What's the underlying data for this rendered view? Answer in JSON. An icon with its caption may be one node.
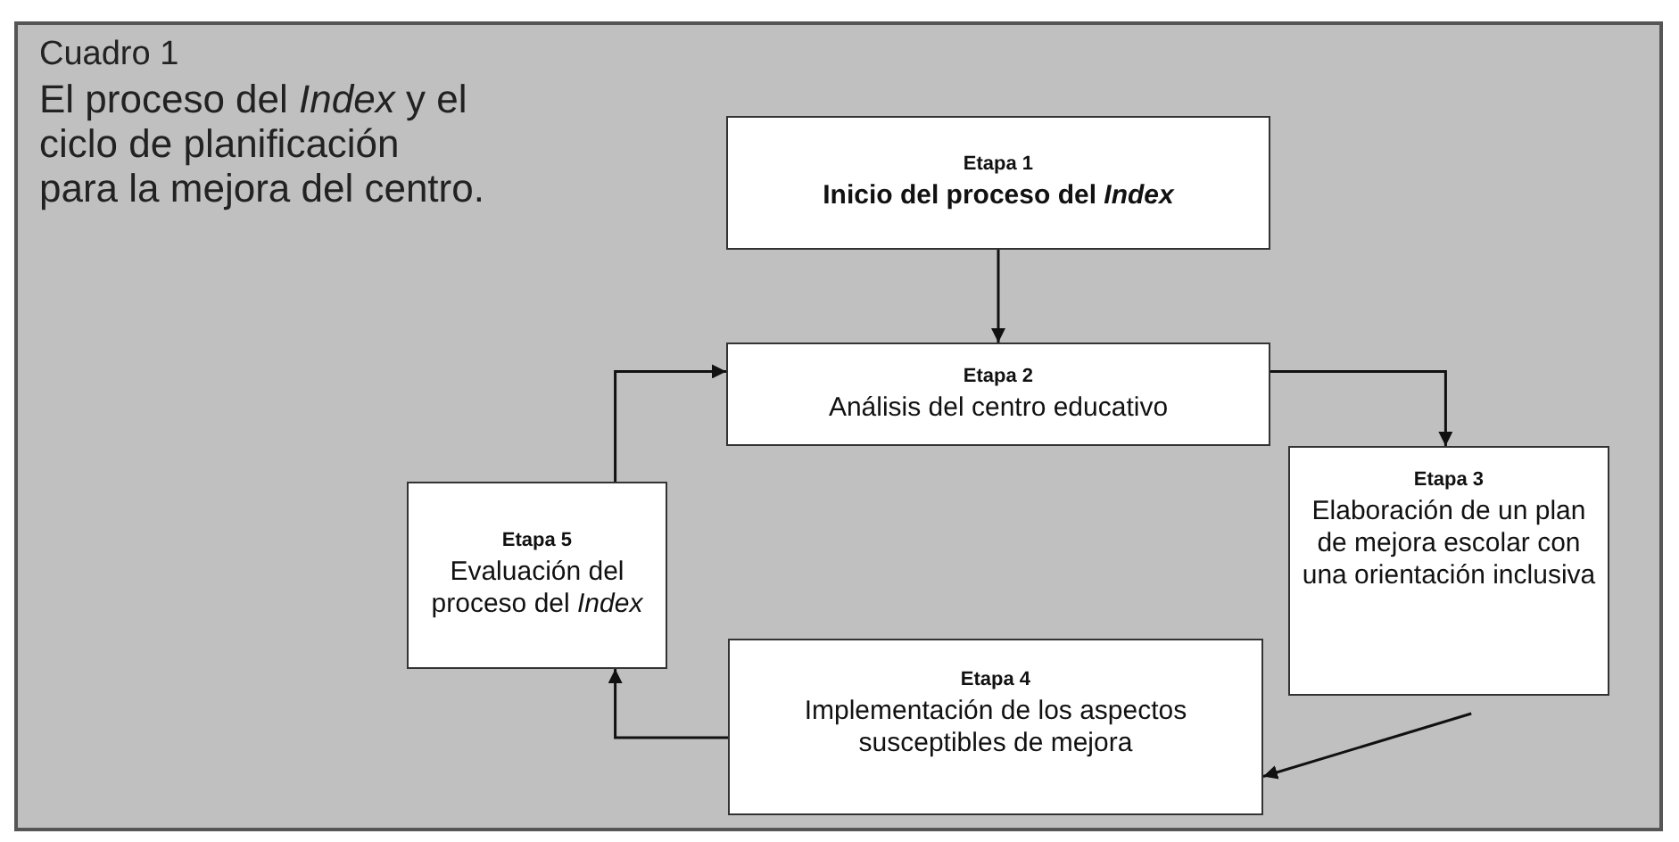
{
  "diagram": {
    "title": "El proceso del *Index* y el ciclo de planificación para la mejora del centro.",
    "nodes": [
      {
        "text": [
          "Etapa 1",
          "Inicio del proceso del *Index*"
        ]
      },
      {
        "text": [
          "Etapa 2",
          "Análisis del centro educativo"
        ]
      },
      {
        "text": [
          "Etapa 3",
          "Elaboración de un plan de mejora escolar con una orientación inclusiva"
        ]
      },
      {
        "text": [
          "Etapa 4",
          "Implementación de  los aspectos susceptibles de mejora"
        ]
      },
      {
        "text": [
          "Etapa 5",
          "Evaluación del proceso del *Index*"
        ]
      }
    ],
    "edges": [
      {
        "from": 0,
        "to": 1,
        "arrow": "to"
      },
      {
        "from": 1,
        "to": 2,
        "arrow": "to"
      },
      {
        "from": 2,
        "to": 3,
        "arrow": "to"
      },
      {
        "from": 3,
        "to": 4,
        "arrow": "to"
      },
      {
        "from": 4,
        "to": 1,
        "arrow": "to"
      }
    ],
    "labels": [
      "Cuadro 1"
    ]
  }
}
